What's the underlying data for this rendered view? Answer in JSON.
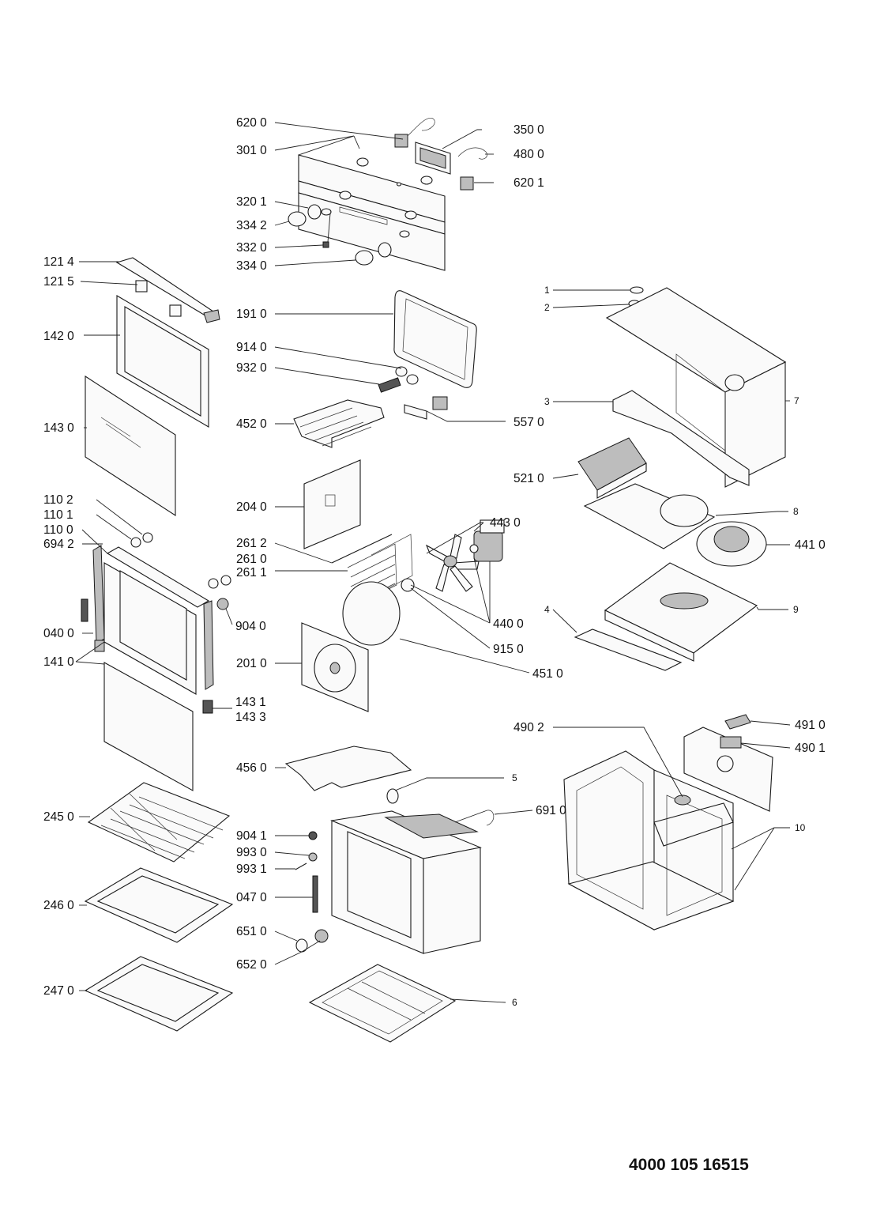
{
  "document_number": "4000 105 16515",
  "callouts": {
    "c6200": "620 0",
    "c3010": "301 0",
    "c3201": "320 1",
    "c3342": "334 2",
    "c3320": "332 0",
    "c3340": "334 0",
    "c3500": "350 0",
    "c4800": "480 0",
    "c6201": "620 1",
    "c1214": "121 4",
    "c1215": "121 5",
    "c1420": "142 0",
    "c1430": "143 0",
    "c1102": "110 2",
    "c1101": "110 1",
    "c1100": "110 0",
    "c6942": "694 2",
    "c0400": "040 0",
    "c1410": "141 0",
    "c2450": "245 0",
    "c2460": "246 0",
    "c2470": "247 0",
    "c1910": "191 0",
    "c9140": "914 0",
    "c9320": "932 0",
    "c4520": "452 0",
    "c5570": "557 0",
    "c2040": "204 0",
    "c2612": "261 2",
    "c2610": "261 0",
    "c2611": "261 1",
    "c4430": "443 0",
    "c4400": "440 0",
    "c9150": "915 0",
    "c4510": "451 0",
    "c9040": "904 0",
    "c2010": "201 0",
    "c1431": "143 1",
    "c1433": "143 3",
    "c4560": "456 0",
    "c5": "5",
    "c6910": "691 0",
    "c9041": "904 1",
    "c9930": "993 0",
    "c9931": "993 1",
    "c0470": "047 0",
    "c6510": "651 0",
    "c6520": "652 0",
    "c6": "6",
    "c1": "1",
    "c2": "2",
    "c3": "3",
    "c7": "7",
    "c5210": "521 0",
    "c8": "8",
    "c4410": "441 0",
    "c4": "4",
    "c9": "9",
    "c4902": "490 2",
    "c4910": "491 0",
    "c4901": "490 1",
    "c10": "10"
  }
}
